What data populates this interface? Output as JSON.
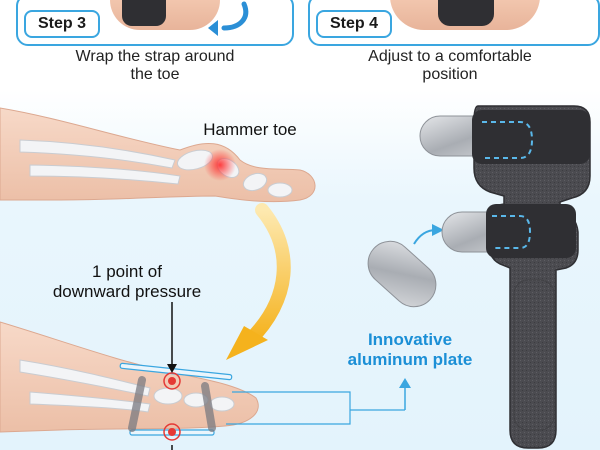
{
  "steps": [
    {
      "badge": "Step 3",
      "caption_line1": "Wrap the strap around",
      "caption_line2": "the toe"
    },
    {
      "badge": "Step 4",
      "caption_line1": "Adjust to a comfortable",
      "caption_line2": "position"
    }
  ],
  "labels": {
    "hammer_toe": "Hammer toe",
    "pressure_line1": "1 point of",
    "pressure_line2": "downward pressure",
    "plate_line1": "Innovative",
    "plate_line2": "aluminum plate"
  },
  "colors": {
    "accent_blue": "#3aa6e0",
    "arrow_yellow": "#f5b21d",
    "pain_red": "#e53935",
    "strap_gray": "#4a4a4e"
  }
}
